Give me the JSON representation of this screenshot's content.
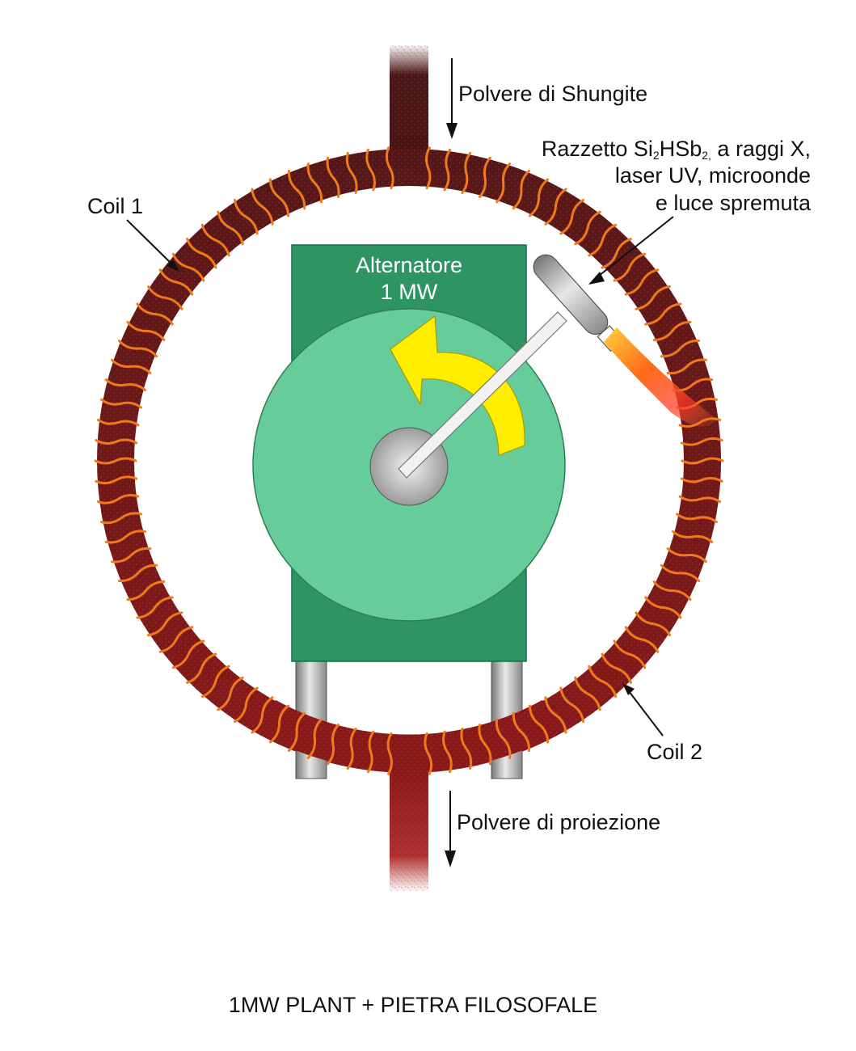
{
  "labels": {
    "top_input": "Polvere di Shungite",
    "rocket_line1_pre": "Razzetto Si",
    "rocket_sub1": "2",
    "rocket_mid": "HSb",
    "rocket_sub2": "2,",
    "rocket_line1_post": " a raggi X,",
    "rocket_line2": "laser UV, microonde",
    "rocket_line3": "e luce spremuta",
    "coil1": "Coil 1",
    "coil2": "Coil 2",
    "alternator_line1": "Alternatore",
    "alternator_line2": "1 MW",
    "bottom_output": "Polvere di proiezione"
  },
  "caption": "1MW PLANT + PIETRA FILOSOFALE",
  "colors": {
    "ring": "#8a1a1a",
    "coil_wire": "#f07a1a",
    "alternator_body": "#2e9462",
    "rotor_disc": "#66cc99",
    "arrow": "#ffee00"
  }
}
